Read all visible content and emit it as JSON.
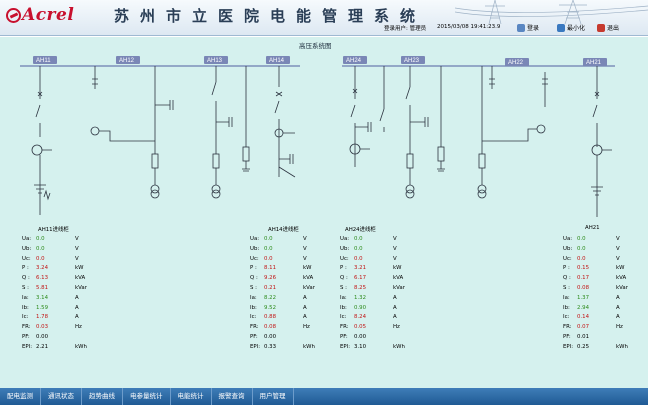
{
  "header": {
    "logo_text": "Acrel",
    "system_title": "苏州市立医院电能管理系统",
    "login_user": "登录用户: 管理员",
    "login_time": "2015/03/08  19:41:23.9",
    "buttons": {
      "login": "登录",
      "minimize": "最小化",
      "exit": "退出"
    }
  },
  "diagram": {
    "title": "高压系统图",
    "cabinets": [
      "AH11",
      "AH12",
      "AH13",
      "AH14",
      "AH24",
      "AH23",
      "AH22",
      "AH21"
    ]
  },
  "panels": [
    {
      "title": "AH11进线柜",
      "rows": [
        {
          "label": "Ua:",
          "value": "0.0",
          "unit": "V",
          "color": "green"
        },
        {
          "label": "Ub:",
          "value": "0.0",
          "unit": "V",
          "color": "green"
        },
        {
          "label": "Uc:",
          "value": "0.0",
          "unit": "V",
          "color": "red"
        },
        {
          "label": "P :",
          "value": "3.24",
          "unit": "kW",
          "color": "red"
        },
        {
          "label": "Q :",
          "value": "6.13",
          "unit": "kVA",
          "color": "red"
        },
        {
          "label": "S :",
          "value": "5.81",
          "unit": "kVar",
          "color": "red"
        },
        {
          "label": "Ia:",
          "value": "3.14",
          "unit": "A",
          "color": "green"
        },
        {
          "label": "Ib:",
          "value": "1.59",
          "unit": "A",
          "color": "green"
        },
        {
          "label": "Ic:",
          "value": "1.78",
          "unit": "A",
          "color": "red"
        },
        {
          "label": "FR:",
          "value": "0.03",
          "unit": "Hz",
          "color": "red"
        },
        {
          "label": "PF:",
          "value": "0.00",
          "unit": "",
          "color": "black"
        },
        {
          "label": "EPI:",
          "value": "2.21",
          "unit": "kWh",
          "color": "black"
        }
      ]
    },
    {
      "title": "AH14进线柜",
      "rows": [
        {
          "label": "Ua:",
          "value": "0.0",
          "unit": "V",
          "color": "green"
        },
        {
          "label": "Ub:",
          "value": "0.0",
          "unit": "V",
          "color": "green"
        },
        {
          "label": "Uc:",
          "value": "0.0",
          "unit": "V",
          "color": "red"
        },
        {
          "label": "P :",
          "value": "8.11",
          "unit": "kW",
          "color": "red"
        },
        {
          "label": "Q :",
          "value": "9.26",
          "unit": "kVA",
          "color": "red"
        },
        {
          "label": "S :",
          "value": "0.21",
          "unit": "kVar",
          "color": "red"
        },
        {
          "label": "Ia:",
          "value": "8.22",
          "unit": "A",
          "color": "green"
        },
        {
          "label": "Ib:",
          "value": "9.52",
          "unit": "A",
          "color": "green"
        },
        {
          "label": "Ic:",
          "value": "0.88",
          "unit": "A",
          "color": "red"
        },
        {
          "label": "FR:",
          "value": "0.08",
          "unit": "Hz",
          "color": "red"
        },
        {
          "label": "PF:",
          "value": "0.00",
          "unit": "",
          "color": "black"
        },
        {
          "label": "EPI:",
          "value": "0.33",
          "unit": "kWh",
          "color": "black"
        }
      ]
    },
    {
      "title": "AH24进线柜",
      "rows": [
        {
          "label": "Ua:",
          "value": "0.0",
          "unit": "V",
          "color": "green"
        },
        {
          "label": "Ub:",
          "value": "0.0",
          "unit": "V",
          "color": "green"
        },
        {
          "label": "Uc:",
          "value": "0.0",
          "unit": "V",
          "color": "red"
        },
        {
          "label": "P :",
          "value": "3.21",
          "unit": "kW",
          "color": "red"
        },
        {
          "label": "Q :",
          "value": "6.17",
          "unit": "kVA",
          "color": "red"
        },
        {
          "label": "S :",
          "value": "8.25",
          "unit": "kVar",
          "color": "red"
        },
        {
          "label": "Ia:",
          "value": "1.32",
          "unit": "A",
          "color": "green"
        },
        {
          "label": "Ib:",
          "value": "0.90",
          "unit": "A",
          "color": "green"
        },
        {
          "label": "Ic:",
          "value": "8.24",
          "unit": "A",
          "color": "red"
        },
        {
          "label": "FR:",
          "value": "0.05",
          "unit": "Hz",
          "color": "red"
        },
        {
          "label": "PF:",
          "value": "0.00",
          "unit": "",
          "color": "black"
        },
        {
          "label": "EPI:",
          "value": "3.10",
          "unit": "kWh",
          "color": "black"
        }
      ]
    },
    {
      "title": "AH21",
      "rows": [
        {
          "label": "Ua:",
          "value": "0.0",
          "unit": "V",
          "color": "green"
        },
        {
          "label": "Ub:",
          "value": "0.0",
          "unit": "V",
          "color": "green"
        },
        {
          "label": "Uc:",
          "value": "0.0",
          "unit": "V",
          "color": "red"
        },
        {
          "label": "P :",
          "value": "0.15",
          "unit": "kW",
          "color": "red"
        },
        {
          "label": "Q :",
          "value": "0.17",
          "unit": "kVA",
          "color": "red"
        },
        {
          "label": "S :",
          "value": "0.08",
          "unit": "kVar",
          "color": "red"
        },
        {
          "label": "Ia:",
          "value": "1.37",
          "unit": "A",
          "color": "green"
        },
        {
          "label": "Ib:",
          "value": "2.94",
          "unit": "A",
          "color": "green"
        },
        {
          "label": "Ic:",
          "value": "0.14",
          "unit": "A",
          "color": "red"
        },
        {
          "label": "FR:",
          "value": "0.07",
          "unit": "Hz",
          "color": "red"
        },
        {
          "label": "PF:",
          "value": "0.01",
          "unit": "",
          "color": "black"
        },
        {
          "label": "EPI:",
          "value": "0.25",
          "unit": "kWh",
          "color": "black"
        }
      ]
    }
  ],
  "nav": [
    "配电监测",
    "通讯状态",
    "趋势曲线",
    "电参量统计",
    "电能统计",
    "报警查询",
    "用户管理"
  ]
}
